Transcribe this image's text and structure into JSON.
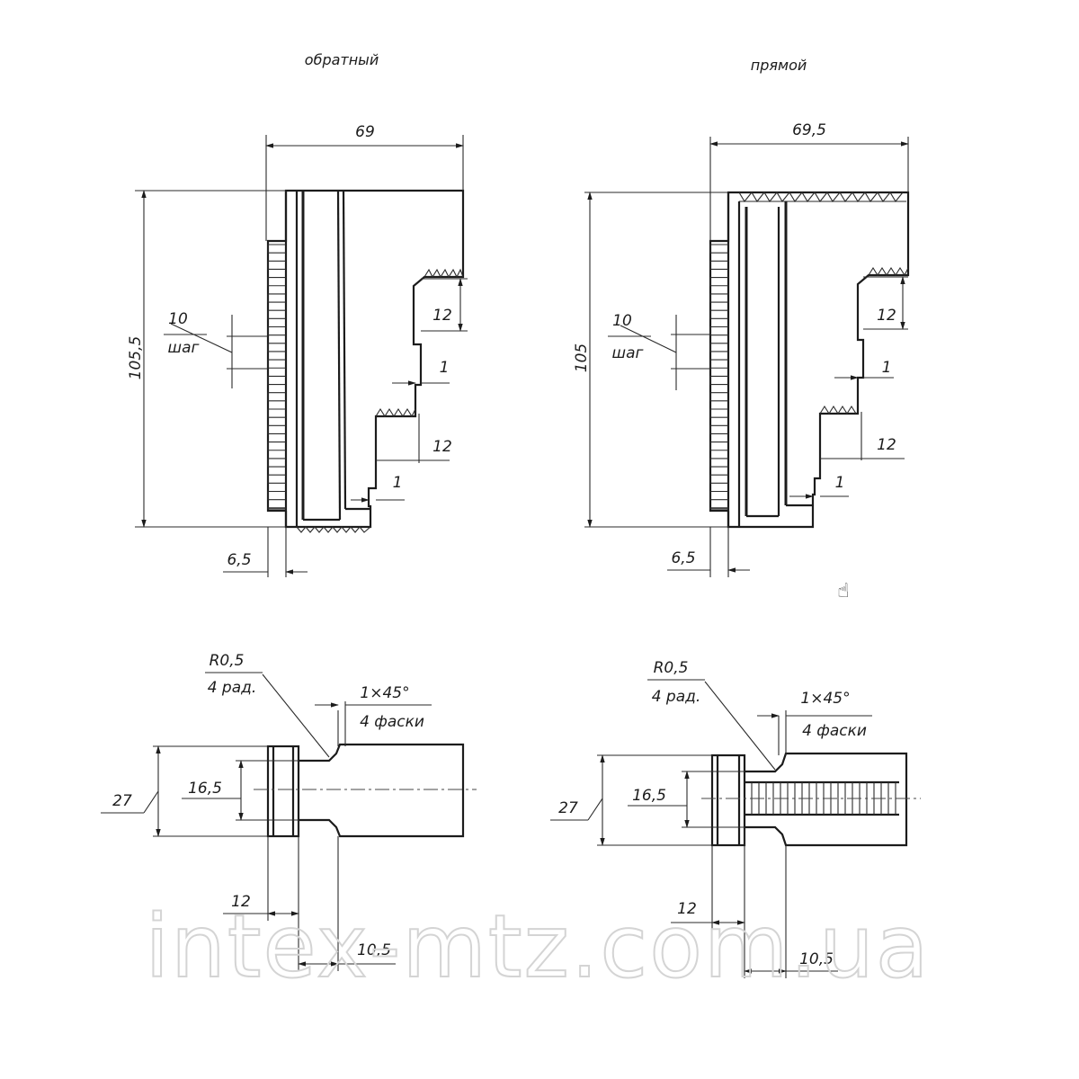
{
  "titles": {
    "reverse": "обратный",
    "direct": "прямой"
  },
  "reverse_jaw": {
    "width": "69",
    "height": "105,5",
    "pitch": "10",
    "pitch_word": "шаг",
    "step_height_1": "12",
    "step_offset_1": "1",
    "step_height_2": "12",
    "step_offset_2": "1",
    "tooth_offset": "6,5"
  },
  "direct_jaw": {
    "width": "69,5",
    "height": "105",
    "pitch": "10",
    "pitch_word": "шаг",
    "step_height_1": "12",
    "step_offset_1": "1",
    "step_height_2": "12",
    "step_offset_2": "1",
    "tooth_offset": "6,5"
  },
  "reverse_side": {
    "radius": "R0,5",
    "radius_note": "4 рад.",
    "chamfer": "1×45°",
    "chamfer_note": "4 фаски",
    "height": "27",
    "neck": "16,5",
    "collar": "12",
    "neck_length": "10,5"
  },
  "direct_side": {
    "radius": "R0,5",
    "radius_note": "4 рад.",
    "chamfer": "1×45°",
    "chamfer_note": "4 фаски",
    "height": "27",
    "neck": "16,5",
    "collar": "12",
    "neck_length": "10,5"
  },
  "watermark": "intex-mtz.com.ua",
  "cursor_icon": "hand-cursor-icon"
}
